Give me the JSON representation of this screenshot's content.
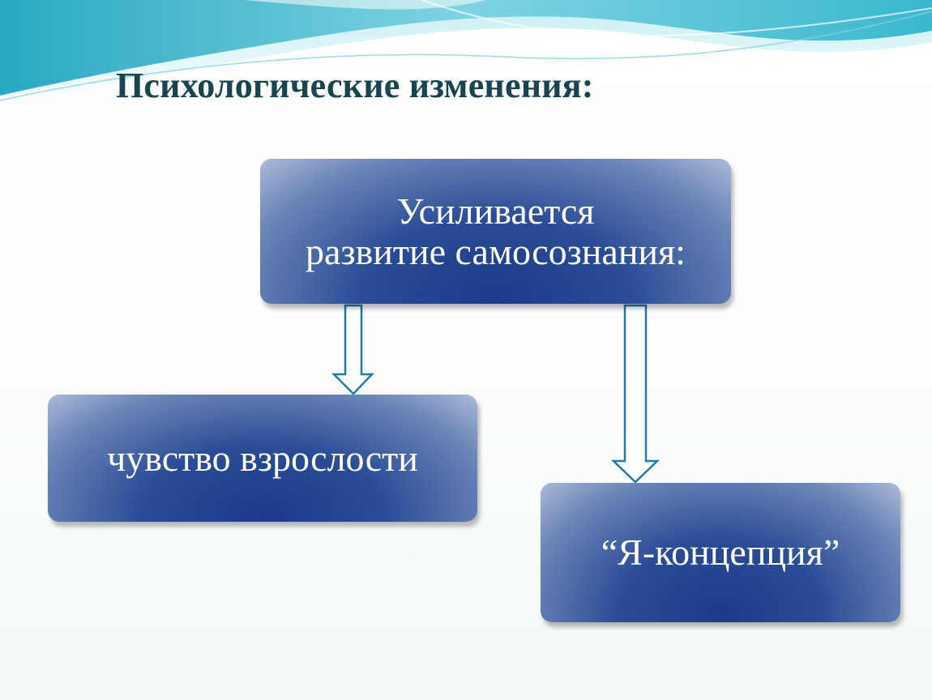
{
  "title": "Психологические изменения:",
  "nodes": {
    "main": {
      "line1": "Усиливается",
      "line2": "развитие самосознания:"
    },
    "left": {
      "label": "чувство взрослости"
    },
    "right": {
      "label": "“Я-концепция”"
    }
  },
  "colors": {
    "title": "#17444f",
    "box_dark": "#1d3a8a",
    "box_light": "#aebbd8",
    "arrow_stroke": "#1f7aa8",
    "wave_teal": "#2fb3c8"
  },
  "edges": [
    {
      "from": "main",
      "to": "left"
    },
    {
      "from": "main",
      "to": "right"
    }
  ]
}
